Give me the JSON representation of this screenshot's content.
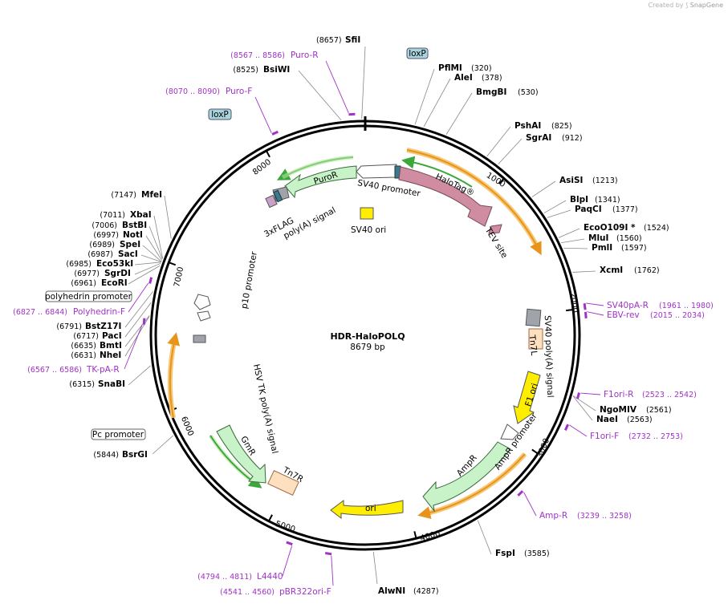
{
  "credit": {
    "prefix": "Created by",
    "brand": "SnapGene"
  },
  "plasmid": {
    "name": "HDR-HaloPOLQ",
    "length_label": "8679 bp",
    "length": 8679
  },
  "ticks": [
    {
      "pos": 1000,
      "label": "1000"
    },
    {
      "pos": 2000,
      "label": "2000"
    },
    {
      "pos": 3000,
      "label": "3000"
    },
    {
      "pos": 4000,
      "label": "4000"
    },
    {
      "pos": 5000,
      "label": "5000"
    },
    {
      "pos": 6000,
      "label": "6000"
    },
    {
      "pos": 7000,
      "label": "7000"
    },
    {
      "pos": 8000,
      "label": "8000"
    }
  ],
  "sites": [
    {
      "name": "SfiI",
      "pos": "(8657)",
      "num": 8657
    },
    {
      "name": "PflMI",
      "pos": "(320)",
      "num": 320
    },
    {
      "name": "AleI",
      "pos": "(378)",
      "num": 378
    },
    {
      "name": "BmgBI",
      "pos": "(530)",
      "num": 530
    },
    {
      "name": "PshAI",
      "pos": "(825)",
      "num": 825
    },
    {
      "name": "SgrAI",
      "pos": "(912)",
      "num": 912
    },
    {
      "name": "AsiSI",
      "pos": "(1213)",
      "num": 1213
    },
    {
      "name": "BlpI",
      "pos": "(1341)",
      "num": 1341
    },
    {
      "name": "PaqCI",
      "pos": "(1377)",
      "num": 1377
    },
    {
      "name": "EcoO109I *",
      "pos": "(1524)",
      "num": 1524
    },
    {
      "name": "MluI",
      "pos": "(1560)",
      "num": 1560
    },
    {
      "name": "PmlI",
      "pos": "(1597)",
      "num": 1597
    },
    {
      "name": "XcmI",
      "pos": "(1762)",
      "num": 1762
    },
    {
      "name": "NgoMIV",
      "pos": "(2561)",
      "num": 2561
    },
    {
      "name": "NaeI",
      "pos": "(2563)",
      "num": 2563
    },
    {
      "name": "FspI",
      "pos": "(3585)",
      "num": 3585
    },
    {
      "name": "AlwNI",
      "pos": "(4287)",
      "num": 4287
    },
    {
      "name": "BsrGI",
      "pos": "(5844)",
      "num": 5844
    },
    {
      "name": "SnaBI",
      "pos": "(6315)",
      "num": 6315
    },
    {
      "name": "NheI",
      "pos": "(6631)",
      "num": 6631
    },
    {
      "name": "BmtI",
      "pos": "(6635)",
      "num": 6635
    },
    {
      "name": "PacI",
      "pos": "(6717)",
      "num": 6717
    },
    {
      "name": "BstZ17I",
      "pos": "(6791)",
      "num": 6791
    },
    {
      "name": "EcoRI",
      "pos": "(6961)",
      "num": 6961
    },
    {
      "name": "SgrDI",
      "pos": "(6977)",
      "num": 6977
    },
    {
      "name": "Eco53kI",
      "pos": "(6985)",
      "num": 6985
    },
    {
      "name": "SacI",
      "pos": "(6987)",
      "num": 6987
    },
    {
      "name": "SpeI",
      "pos": "(6989)",
      "num": 6989
    },
    {
      "name": "NotI",
      "pos": "(6997)",
      "num": 6997
    },
    {
      "name": "BstBI",
      "pos": "(7006)",
      "num": 7006
    },
    {
      "name": "XbaI",
      "pos": "(7011)",
      "num": 7011
    },
    {
      "name": "MfeI",
      "pos": "(7147)",
      "num": 7147
    },
    {
      "name": "BsiWI",
      "pos": "(8525)",
      "num": 8525
    }
  ],
  "primers": [
    {
      "name": "Puro-R",
      "pos": "(8567 .. 8586)",
      "num": 8576
    },
    {
      "name": "Puro-F",
      "pos": "(8070 .. 8090)",
      "num": 8080
    },
    {
      "name": "SV40pA-R",
      "pos": "(1961 .. 1980)",
      "num": 1970
    },
    {
      "name": "EBV-rev",
      "pos": "(2015 .. 2034)",
      "num": 2024
    },
    {
      "name": "F1ori-R",
      "pos": "(2523 .. 2542)",
      "num": 2532
    },
    {
      "name": "F1ori-F",
      "pos": "(2732 .. 2753)",
      "num": 2742
    },
    {
      "name": "Amp-R",
      "pos": "(3239 .. 3258)",
      "num": 3248
    },
    {
      "name": "L4440",
      "pos": "(4794 .. 4811)",
      "num": 4802
    },
    {
      "name": "pBR322ori-F",
      "pos": "(4541 .. 4560)",
      "num": 4550
    },
    {
      "name": "TK-pA-R",
      "pos": "(6567 .. 6586)",
      "num": 6576
    },
    {
      "name": "Polyhedrin-F",
      "pos": "(6827 .. 6844)",
      "num": 6835
    }
  ],
  "boxed_labels": [
    {
      "text": "loxP",
      "kind": "feature"
    },
    {
      "text": "loxP",
      "kind": "feature"
    },
    {
      "text": "polyhedrin promoter",
      "kind": "promoter"
    },
    {
      "text": "Pc promoter",
      "kind": "promoter"
    }
  ],
  "features": [
    {
      "label": "SV40 promoter",
      "color": "#ffffff"
    },
    {
      "label": "HaloTag®",
      "color": "#d08ca0"
    },
    {
      "label": "TEV site",
      "color": "#d08ca0"
    },
    {
      "label": "SV40 ori",
      "color": "#ffee00"
    },
    {
      "label": "SV40 poly(A) signal",
      "color": "#a0a4aa"
    },
    {
      "label": "Tn7L",
      "color": "#fde0c0"
    },
    {
      "label": "F1 ori",
      "color": "#ffee00"
    },
    {
      "label": "AmpR promoter",
      "color": "#ffffff"
    },
    {
      "label": "AmpR",
      "color": "#c8f2c8"
    },
    {
      "label": "ori",
      "color": "#ffee00"
    },
    {
      "label": "Tn7R",
      "color": "#fde0c0"
    },
    {
      "label": "GmR",
      "color": "#c8f2c8"
    },
    {
      "label": "HSV TK poly(A) signal",
      "color": "#a0a4aa"
    },
    {
      "label": "p10 promoter",
      "color": "#ffffff"
    },
    {
      "label": "PuroR",
      "color": "#c8f2c8"
    },
    {
      "label": "3xFLAG",
      "color": "#c8a0c8"
    },
    {
      "label": "poly(A) signal",
      "color": "#a0a4aa"
    }
  ],
  "colors": {
    "primer": "#a032c8",
    "orf_orange": "#f5a623",
    "orf_green": "#3aa83a",
    "backbone": "#000000"
  }
}
